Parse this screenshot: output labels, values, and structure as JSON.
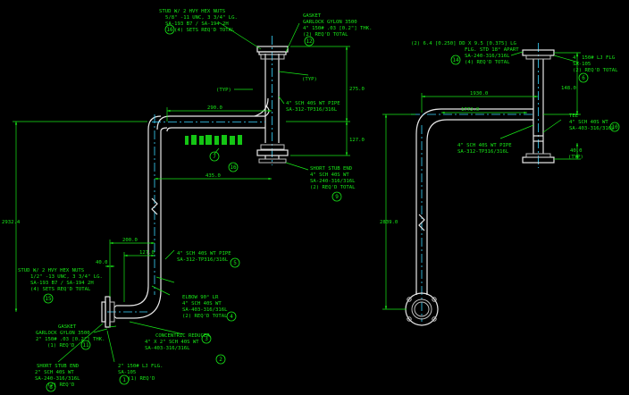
{
  "colors": {
    "background": "#000000",
    "pipe": "#e8e8e8",
    "annotation": "#18e818",
    "centerline": "#3ad5ff"
  },
  "left": {
    "stud_top": [
      "STUD W/ 2 HVY HEX NUTS",
      "5/8\" -11 UNC, 3 3/4\" LG.",
      "SA-193 B7 / SA-194 2H",
      "(4) SETS REQ'D TOTAL"
    ],
    "stud_top_tag": "16",
    "gasket_top": [
      "GASKET",
      "GARLOCK GYLON 3500",
      "4\" 150# .03 [0.2\"] THK.",
      "(2) REQ'D TOTAL"
    ],
    "gasket_top_tag": "12",
    "pipe4_right": [
      "4\" SCH 40S WT PIPE",
      "SA-312-TP316/316L"
    ],
    "stub4": [
      "SHORT STUB END",
      "4\" SCH 40S WT",
      "SA-240-316/316L",
      "(2) REQ'D TOTAL"
    ],
    "stub4_tag": "9",
    "typ": "(TYP)",
    "typ_b": "(TYP)",
    "tag7": "7",
    "tag16b": "16",
    "dim_2900": "290.0",
    "dim_4350": "435.0",
    "dim_2750": "275.0",
    "dim_1270": "127.0",
    "dim_29324": "2932.4",
    "dim_2000": "200.0",
    "dim_1270b": "127.0",
    "dim_400": "40.0",
    "pipe4_mid": [
      "4\" SCH 40S WT PIPE",
      "SA-312-TP316/316L"
    ],
    "pipe4_mid_tag": "5",
    "stud_bot": [
      "STUD W/ 2 HVY HEX NUTS",
      "1/2\" -13 UNC, 3 3/4\" LG.",
      "SA-193 B7 / SA-194 2H",
      "(4) SETS REQ'D TOTAL"
    ],
    "stud_bot_tag": "15",
    "elbow": [
      "ELBOW 90° LR",
      "4\" SCH 40S WT",
      "SA-403-316/316L",
      "(2) REQ'D TOTAL"
    ],
    "elbow_tag": "4",
    "reducer": [
      "CONCENTRIC REDUCER",
      "4\" X 2\" SCH 40S WT",
      "SA-403-316/316L"
    ],
    "reducer_tag": "3",
    "tag2": "2",
    "gasket_bot": [
      "GASKET",
      "GARLOCK GYLON 3500",
      "2\" 150# .03 [0.2\"] THK.",
      "(1) REQ'D"
    ],
    "gasket_bot_tag": "11",
    "stub2": [
      "SHORT STUB END",
      "2\" SCH 40S WT",
      "SA-240-316/316L",
      "(2) REQ'D"
    ],
    "stub2_tag": "8",
    "flange2": [
      "2\" 150# LJ FLG.",
      "SA-105",
      "(1) REQ'D"
    ],
    "flange2_tag": "1"
  },
  "right": {
    "bolts": [
      "(2) 6.4 [0.250] DD X 9.5 [0.375] LG",
      "FLG. STD 18° APART",
      "SA-240-316/316L",
      "(4) REQ'D TOTAL"
    ],
    "bolts_tag": "14",
    "flange4": [
      "4\" 150# LJ FLG",
      "SA-105",
      "(2) REQ'D TOTAL"
    ],
    "flange4_tag": "6",
    "dim_19300": "1930.0",
    "dim_17720": "1772.0",
    "dim_1480": "148.0",
    "tee": [
      "TEE",
      "4\" SCH 40S WT",
      "SA-403-316/316L"
    ],
    "tee_tag": "10",
    "pipe4": [
      "4\" SCH 40S WT PIPE",
      "SA-312-TP316/316L"
    ],
    "dim_400": "40.0",
    "typ": "(TYP)",
    "dim_28390": "2839.0"
  }
}
